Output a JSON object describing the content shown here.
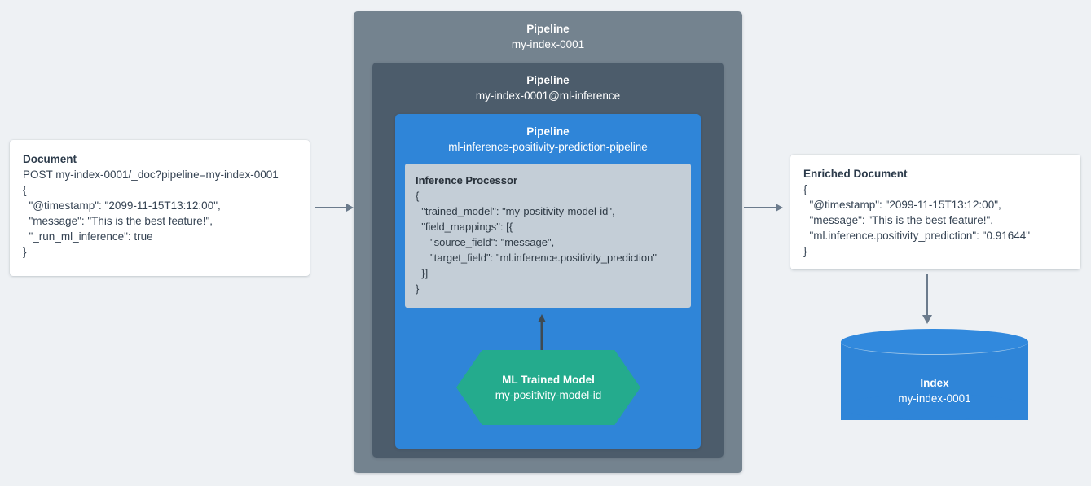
{
  "background_color": "#eef1f4",
  "colors": {
    "pipeline_outer": "#74838f",
    "pipeline_middle": "#4c5c6b",
    "pipeline_inner": "#2f85d8",
    "processor": "#c4ced7",
    "ml_model": "#24ab8d",
    "index": "#2f85d8",
    "arrow": "#6b7b8c",
    "arrow_dark": "#3f4a52",
    "card_background": "#ffffff",
    "text_dark": "#2d3b47",
    "text_light": "#ffffff"
  },
  "document": {
    "title": "Document",
    "lines": [
      "POST my-index-0001/_doc?pipeline=my-index-0001",
      "{",
      "  \"@timestamp\": \"2099-11-15T13:12:00\",",
      "  \"message\": \"This is the best feature!\",",
      "  \"_run_ml_inference\": true",
      "}"
    ]
  },
  "pipeline_outer": {
    "kind": "Pipeline",
    "name": "my-index-0001"
  },
  "pipeline_middle": {
    "kind": "Pipeline",
    "name": "my-index-0001@ml-inference"
  },
  "pipeline_inner": {
    "kind": "Pipeline",
    "name": "ml-inference-positivity-prediction-pipeline"
  },
  "inference_processor": {
    "title": "Inference Processor",
    "lines": [
      "{",
      "  \"trained_model\": \"my-positivity-model-id\",",
      "  \"field_mappings\": [{",
      "     \"source_field\": \"message\",",
      "     \"target_field\": \"ml.inference.positivity_prediction\"",
      "  }]",
      "}"
    ]
  },
  "ml_trained_model": {
    "kind": "ML Trained Model",
    "name": "my-positivity-model-id"
  },
  "enriched_document": {
    "title": "Enriched Document",
    "lines": [
      "{",
      "  \"@timestamp\": \"2099-11-15T13:12:00\",",
      "  \"message\": \"This is the best feature!\",",
      "  \"ml.inference.positivity_prediction\": \"0.91644\"",
      "}"
    ]
  },
  "index": {
    "kind": "Index",
    "name": "my-index-0001"
  },
  "arrows": [
    {
      "name": "document-to-pipeline",
      "direction": "right"
    },
    {
      "name": "pipeline-to-enriched-document",
      "direction": "right"
    },
    {
      "name": "enriched-document-to-index",
      "direction": "down"
    },
    {
      "name": "ml-model-to-inference-processor",
      "direction": "up"
    }
  ]
}
